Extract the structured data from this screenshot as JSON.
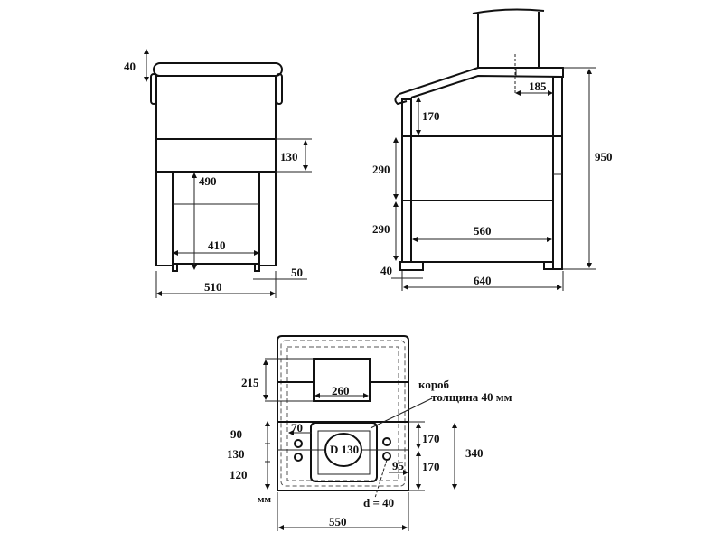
{
  "front_view": {
    "dims": {
      "cap": "40",
      "band": "130",
      "leg_height": "490",
      "inner_width": "410",
      "foot": "50",
      "width": "510"
    }
  },
  "side_view": {
    "dims": {
      "total_height": "950",
      "chimney_offset": "185",
      "upper": "170",
      "section1": "290",
      "section2": "290",
      "inner_depth": "560",
      "foot": "40",
      "depth": "640"
    }
  },
  "top_view": {
    "dims": {
      "opening_height": "215",
      "opening_width": "260",
      "edge": "70",
      "row1": "90",
      "row2": "130",
      "row3": "120",
      "half1": "170",
      "half2": "170",
      "lower": "340",
      "offset": "95",
      "width": "550"
    },
    "labels": {
      "box": "короб",
      "thickness": "толщина 40 мм",
      "flue": "D 130",
      "hole": "d = 40",
      "units": "мм"
    }
  }
}
